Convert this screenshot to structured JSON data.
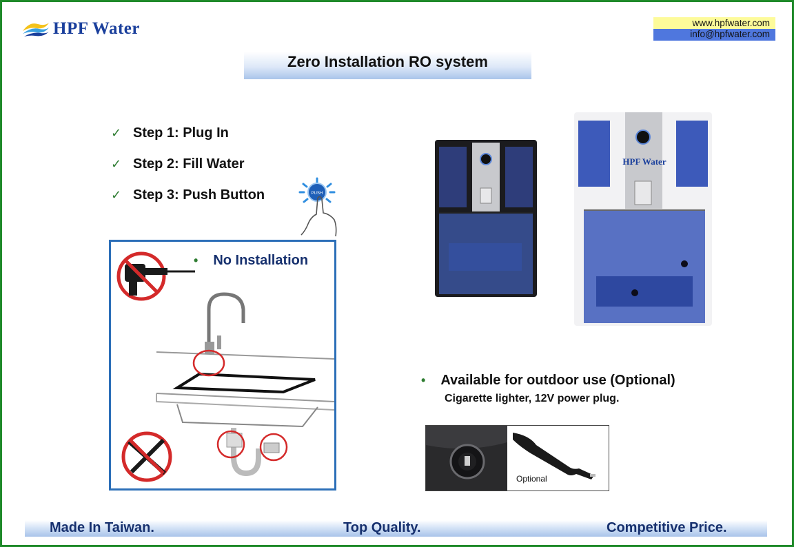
{
  "brand": {
    "name": "HPF Water",
    "logo_icon": "wave-logo-icon",
    "color": "#1a3f9c"
  },
  "contact": {
    "website": "www.hpfwater.com",
    "email": "info@hpfwater.com"
  },
  "title": "Zero Installation RO system",
  "steps": [
    {
      "icon": "check-icon",
      "label": "Step 1: Plug In"
    },
    {
      "icon": "check-icon",
      "label": "Step 2: Fill Water"
    },
    {
      "icon": "check-icon",
      "label": "Step 3: Push Button"
    }
  ],
  "push_button_text": "PUSH",
  "no_installation": {
    "bullet": "•",
    "label": "No Installation"
  },
  "products": [
    {
      "name": "black-ro-dispenser-image",
      "color": "#1b1b1e"
    },
    {
      "name": "white-ro-dispenser-image",
      "color": "#f2f2f4",
      "label": "HPF Water"
    }
  ],
  "outdoor": {
    "bullet": "•",
    "heading": "Available for outdoor use (Optional)",
    "detail": "Cigarette lighter, 12V power plug."
  },
  "lighter_image": {
    "label": "Optional"
  },
  "footer": {
    "left": "Made In Taiwan.",
    "center": "Top Quality.",
    "right": "Competitive Price."
  },
  "colors": {
    "border": "#1f8a2a",
    "panel_border": "#2c6fb8",
    "accent_blue": "#4f77de",
    "highlight_yellow": "#fdfb9a",
    "check": "#2f7d32",
    "no_sign": "#d42a2a"
  }
}
